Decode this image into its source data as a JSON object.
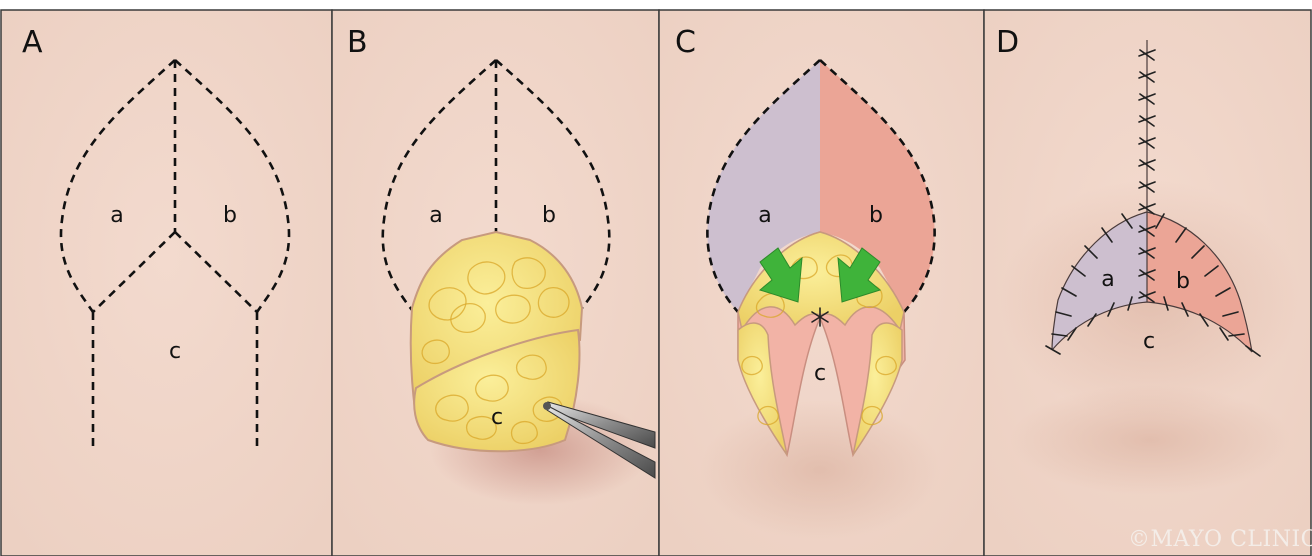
{
  "figure": {
    "panels": [
      {
        "letter": "A",
        "labels": {
          "a": "a",
          "b": "b",
          "c": "c"
        }
      },
      {
        "letter": "B",
        "labels": {
          "a": "a",
          "b": "b",
          "c": "c"
        }
      },
      {
        "letter": "C",
        "labels": {
          "a": "a",
          "b": "b",
          "c": "c"
        }
      },
      {
        "letter": "D",
        "labels": {
          "a": "a",
          "b": "b",
          "c": "c"
        }
      }
    ],
    "credit": "©MAYO CLINIC",
    "colors": {
      "skin": "#f0d5c8",
      "skin_dark": "#e4bfae",
      "fat_yellow": "#f5e27a",
      "flap_a": "#cdbfcf",
      "flap_b": "#eba596",
      "arrow_green": "#3fb33a",
      "border": "#3a3a3a"
    }
  }
}
